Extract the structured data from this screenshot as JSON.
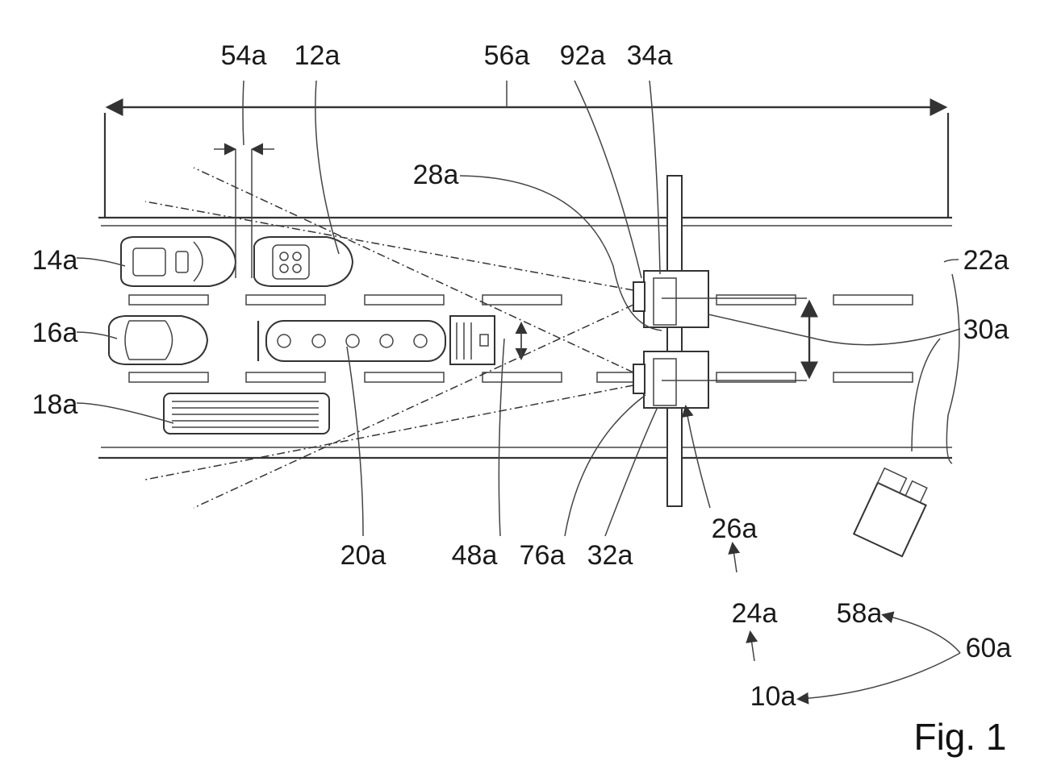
{
  "figure": {
    "caption": "Fig. 1",
    "labels": {
      "l54a": "54a",
      "l12a": "12a",
      "l56a": "56a",
      "l92a": "92a",
      "l34a": "34a",
      "l28a": "28a",
      "l14a": "14a",
      "l22a": "22a",
      "l16a": "16a",
      "l30a": "30a",
      "l18a": "18a",
      "l20a": "20a",
      "l48a": "48a",
      "l76a": "76a",
      "l32a": "32a",
      "l26a": "26a",
      "l24a": "24a",
      "l58a": "58a",
      "l60a": "60a",
      "l10a": "10a"
    }
  }
}
